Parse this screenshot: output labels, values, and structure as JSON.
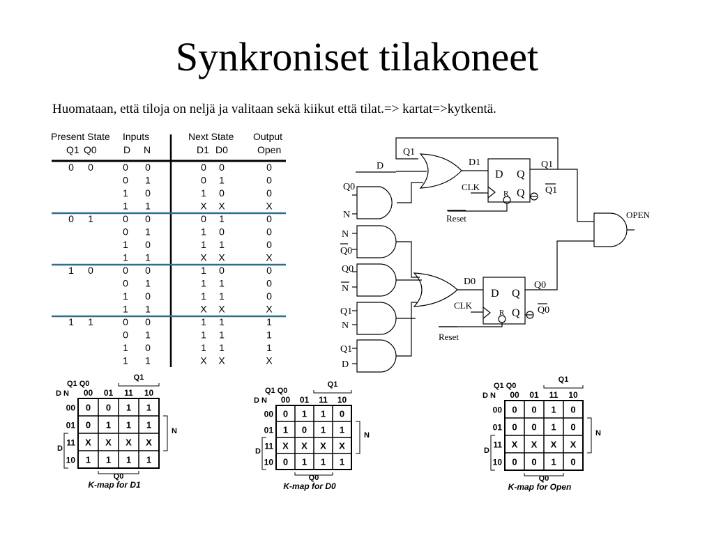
{
  "slide": {
    "title": "Synkroniset tilakoneet",
    "subtitle": "Huomataan, että tiloja on neljä ja valitaan sekä kiikut että tilat.=> kartat=>kytkentä."
  },
  "table": {
    "headers": {
      "present_state": "Present State",
      "inputs": "Inputs",
      "next_state": "Next State",
      "output": "Output",
      "q1": "Q1",
      "q0": "Q0",
      "d": "D",
      "n": "N",
      "d1": "D1",
      "d0": "D0",
      "open": "Open"
    },
    "rows": [
      [
        "0",
        "0",
        "0",
        "0",
        "0",
        "0",
        "0"
      ],
      [
        "",
        "",
        "0",
        "1",
        "0",
        "1",
        "0"
      ],
      [
        "",
        "",
        "1",
        "0",
        "1",
        "0",
        "0"
      ],
      [
        "",
        "",
        "1",
        "1",
        "X",
        "X",
        "X"
      ],
      [
        "0",
        "1",
        "0",
        "0",
        "0",
        "1",
        "0"
      ],
      [
        "",
        "",
        "0",
        "1",
        "1",
        "0",
        "0"
      ],
      [
        "",
        "",
        "1",
        "0",
        "1",
        "1",
        "0"
      ],
      [
        "",
        "",
        "1",
        "1",
        "X",
        "X",
        "X"
      ],
      [
        "1",
        "0",
        "0",
        "0",
        "1",
        "0",
        "0"
      ],
      [
        "",
        "",
        "0",
        "1",
        "1",
        "1",
        "0"
      ],
      [
        "",
        "",
        "1",
        "0",
        "1",
        "1",
        "0"
      ],
      [
        "",
        "",
        "1",
        "1",
        "X",
        "X",
        "X"
      ],
      [
        "1",
        "1",
        "0",
        "0",
        "1",
        "1",
        "1"
      ],
      [
        "",
        "",
        "0",
        "1",
        "1",
        "1",
        "1"
      ],
      [
        "",
        "",
        "1",
        "0",
        "1",
        "1",
        "1"
      ],
      [
        "",
        "",
        "1",
        "1",
        "X",
        "X",
        "X"
      ]
    ]
  },
  "circuit": {
    "labels": {
      "q1_fb": "Q1",
      "d_in": "D",
      "q0_a": "Q0",
      "n_a": "N",
      "n_b": "N",
      "q0bar_b": "Q0",
      "q0_c": "Q0",
      "nbar_c": "N",
      "q1_d": "Q1",
      "n_d": "N",
      "q1_e": "Q1",
      "d_e": "D",
      "d1": "D1",
      "d0": "D0",
      "clk1": "CLK",
      "clk2": "CLK",
      "reset1": "Reset",
      "reset2": "Reset",
      "ff_d": "D",
      "ff_q": "Q",
      "ff_r": "R",
      "q1_out": "Q1",
      "q1bar_out": "Q1",
      "q0_out": "Q0",
      "q0bar_out": "Q0",
      "open": "OPEN"
    }
  },
  "kmaps": [
    {
      "caption": "K-map for D1",
      "col_labels": [
        "00",
        "01",
        "11",
        "10"
      ],
      "row_labels": [
        "00",
        "01",
        "11",
        "10"
      ],
      "cells": [
        [
          "0",
          "0",
          "1",
          "1"
        ],
        [
          "0",
          "1",
          "1",
          "1"
        ],
        [
          "X",
          "X",
          "X",
          "X"
        ],
        [
          "1",
          "1",
          "1",
          "1"
        ]
      ],
      "corner_top": "Q1 Q0",
      "corner_left": "D N",
      "q1": "Q1",
      "q0": "Q0",
      "d": "D",
      "n": "N"
    },
    {
      "caption": "K-map for D0",
      "col_labels": [
        "00",
        "01",
        "11",
        "10"
      ],
      "row_labels": [
        "00",
        "01",
        "11",
        "10"
      ],
      "cells": [
        [
          "0",
          "1",
          "1",
          "0"
        ],
        [
          "1",
          "0",
          "1",
          "1"
        ],
        [
          "X",
          "X",
          "X",
          "X"
        ],
        [
          "0",
          "1",
          "1",
          "1"
        ]
      ],
      "corner_top": "Q1 Q0",
      "corner_left": "D N",
      "q1": "Q1",
      "q0": "Q0",
      "d": "D",
      "n": "N"
    },
    {
      "caption": "K-map for Open",
      "col_labels": [
        "00",
        "01",
        "11",
        "10"
      ],
      "row_labels": [
        "00",
        "01",
        "11",
        "10"
      ],
      "cells": [
        [
          "0",
          "0",
          "1",
          "0"
        ],
        [
          "0",
          "0",
          "1",
          "0"
        ],
        [
          "X",
          "X",
          "X",
          "X"
        ],
        [
          "0",
          "0",
          "1",
          "0"
        ]
      ],
      "corner_top": "Q1 Q0",
      "corner_left": "D N",
      "q1": "Q1",
      "q0": "Q0",
      "d": "D",
      "n": "N"
    }
  ]
}
